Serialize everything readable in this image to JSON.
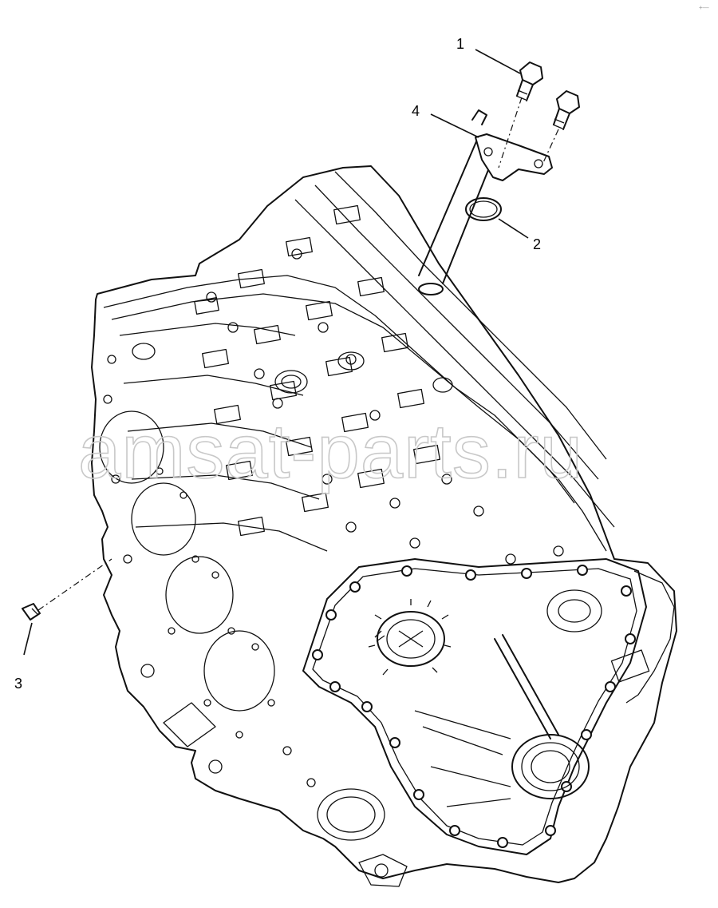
{
  "diagram": {
    "callouts": [
      {
        "id": "1",
        "label": "1"
      },
      {
        "id": "2",
        "label": "2"
      },
      {
        "id": "3",
        "label": "3"
      },
      {
        "id": "4",
        "label": "4"
      }
    ],
    "watermark": "amsat-parts.ru",
    "corner_mark": "+—"
  }
}
